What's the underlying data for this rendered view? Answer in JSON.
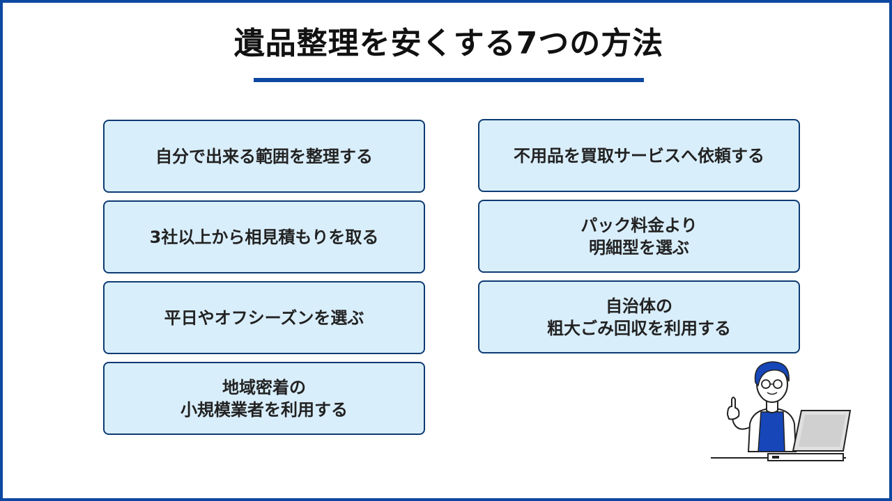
{
  "title": "遺品整理を安くする7つの方法",
  "colors": {
    "accent": "#0d47a1",
    "card_bg": "#d9eefb",
    "card_border": "#0d3b73"
  },
  "left_methods": [
    {
      "lines": [
        "自分で出来る範囲を整理する"
      ]
    },
    {
      "lines": [
        "3社以上から相見積もりを取る"
      ]
    },
    {
      "lines": [
        "平日やオフシーズンを選ぶ"
      ]
    },
    {
      "lines": [
        "地域密着の",
        "小規模業者を利用する"
      ]
    }
  ],
  "right_methods": [
    {
      "lines": [
        "不用品を買取サービスへ依頼する"
      ]
    },
    {
      "lines": [
        "パック料金より",
        "明細型を選ぶ"
      ]
    },
    {
      "lines": [
        "自治体の",
        "粗大ごみ回収を利用する"
      ]
    }
  ],
  "illustration": "person-with-laptop-illustration"
}
